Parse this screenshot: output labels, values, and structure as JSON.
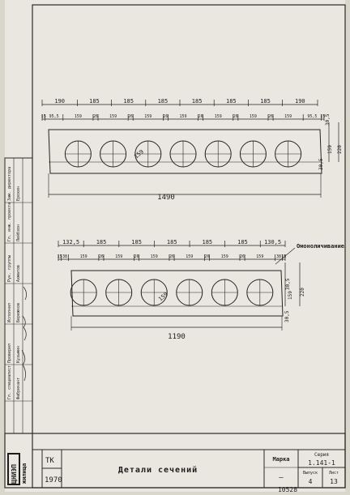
{
  "slab1": {
    "top_dims": [
      "190",
      "185",
      "185",
      "185",
      "185",
      "185",
      "185",
      "190"
    ],
    "bottom_dims": [
      "15",
      "95,5",
      "159",
      "26",
      "159",
      "26",
      "159",
      "26",
      "159",
      "26",
      "159",
      "26",
      "159",
      "26",
      "159",
      "95,5",
      "15"
    ],
    "diameter": "159",
    "right_dims": [
      "30,5",
      "159",
      "30,5",
      "220"
    ],
    "overall_width": "1490"
  },
  "slab2": {
    "top_dims": [
      "132,5",
      "185",
      "185",
      "185",
      "185",
      "185",
      "130,5"
    ],
    "bottom_dims": [
      "15",
      "38",
      "159",
      "26",
      "159",
      "26",
      "159",
      "26",
      "159",
      "26",
      "159",
      "26",
      "159",
      "38",
      "15"
    ],
    "diameter": "159",
    "right_dims": [
      "30,5",
      "159",
      "30,5",
      "220"
    ],
    "overall_width": "1190",
    "callout": "Омоноличивание"
  },
  "title_block": {
    "org_logo": "ЦНИЭП",
    "org_name": "жилища",
    "code": "ТК",
    "year": "1970",
    "drawing_title": "Детали сечений",
    "mark_label": "Марка",
    "mark_value": "—",
    "series_label": "Серия",
    "series_value": "1.141-1",
    "issue_label": "Выпуск",
    "issue_value": "4",
    "sheet_label": "Лист",
    "sheet_value": "13",
    "number": "10528"
  },
  "sidebar": {
    "rows": [
      [
        "Зам. директора",
        "Ерохин",
        ""
      ],
      [
        "Гл. инж. проекта",
        "Лейбзон",
        ""
      ],
      [
        "Рук. группы",
        "Ахматов",
        ""
      ],
      [
        "Исполнил",
        "Бережков",
        ""
      ],
      [
        "Проверил",
        "Кузьмин",
        ""
      ],
      [
        "Гл. специалист",
        "Фабрикант",
        ""
      ]
    ]
  }
}
